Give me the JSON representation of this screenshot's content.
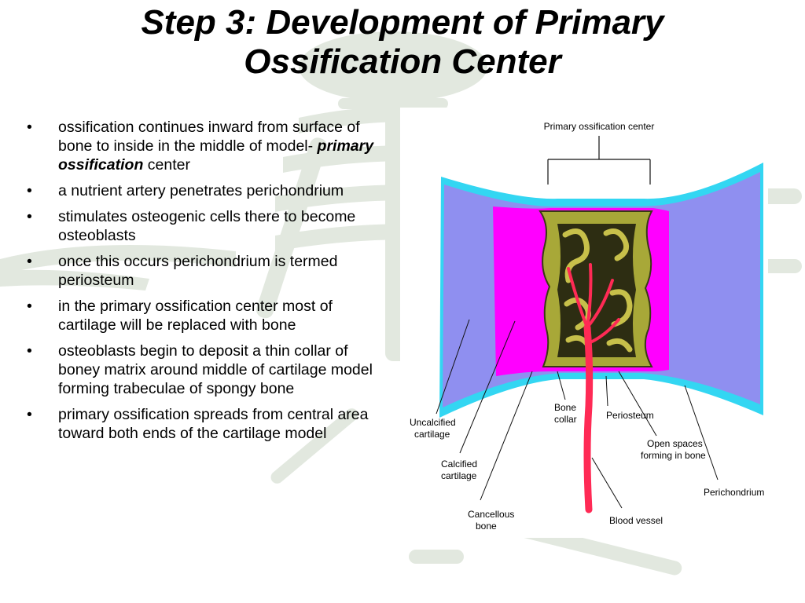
{
  "slide": {
    "title_line1": "Step 3: Development of Primary",
    "title_line2": "Ossification Center"
  },
  "bullets": [
    {
      "pre": "ossification continues inward from surface of  bone to  inside in the middle of  model- ",
      "em": "primary ossification",
      "post": " center"
    },
    {
      "pre": "a nutrient artery penetrates perichondrium",
      "em": "",
      "post": ""
    },
    {
      "pre": "stimulates osteogenic cells there to become osteoblasts",
      "em": "",
      "post": ""
    },
    {
      "pre": "once this occurs perichondrium is termed periosteum",
      "em": "",
      "post": ""
    },
    {
      "pre": "in the primary ossification center most of  cartilage will be replaced with bone",
      "em": "",
      "post": ""
    },
    {
      "pre": "osteoblasts begin to  deposit a thin collar of boney matrix around middle of cartilage model forming trabeculae of spongy bone",
      "em": "",
      "post": ""
    },
    {
      "pre": "primary ossification spreads from central area toward both ends of the cartilage model",
      "em": "",
      "post": ""
    }
  ],
  "bullet_marker": "•",
  "diagram": {
    "header_label": "Primary ossification center",
    "labels": {
      "uncalcified_1": "Uncalcified",
      "uncalcified_2": "cartilage",
      "calcified_1": "Calcified",
      "calcified_2": "cartilage",
      "cancellous_1": "Cancellous",
      "cancellous_2": "bone",
      "bone_collar_1": "Bone",
      "bone_collar_2": "collar",
      "periosteum": "Periosteum",
      "open_spaces_1": "Open spaces",
      "open_spaces_2": "forming in bone",
      "blood_vessel": "Blood vessel",
      "perichondrium": "Perichondrium"
    },
    "colors": {
      "uncalcified": "#8f8ff0",
      "calcified": "#ff00ff",
      "perichondrium": "#33d6f2",
      "bone_collar": "#a8a838",
      "cancellous_dark": "#2d2d12",
      "blood_vessel": "#ff2a55"
    }
  }
}
